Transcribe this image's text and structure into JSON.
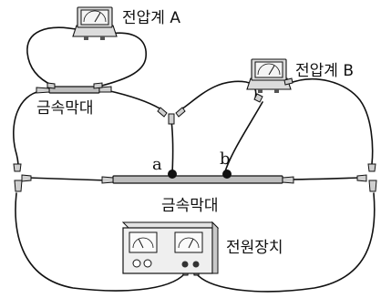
{
  "labels": {
    "voltmeter_a": "전압계 A",
    "voltmeter_b": "전압계 B",
    "metal_rod_small": "금속막대",
    "metal_rod_large": "금속막대",
    "point_a": "a",
    "point_b": "b",
    "power_supply": "전원장치"
  },
  "colors": {
    "wire": "#111111",
    "rod": "#bdbdbd",
    "clip": "#cfcfcf"
  },
  "icons": [
    "voltmeter-icon",
    "power-supply-icon",
    "alligator-clip-icon"
  ]
}
